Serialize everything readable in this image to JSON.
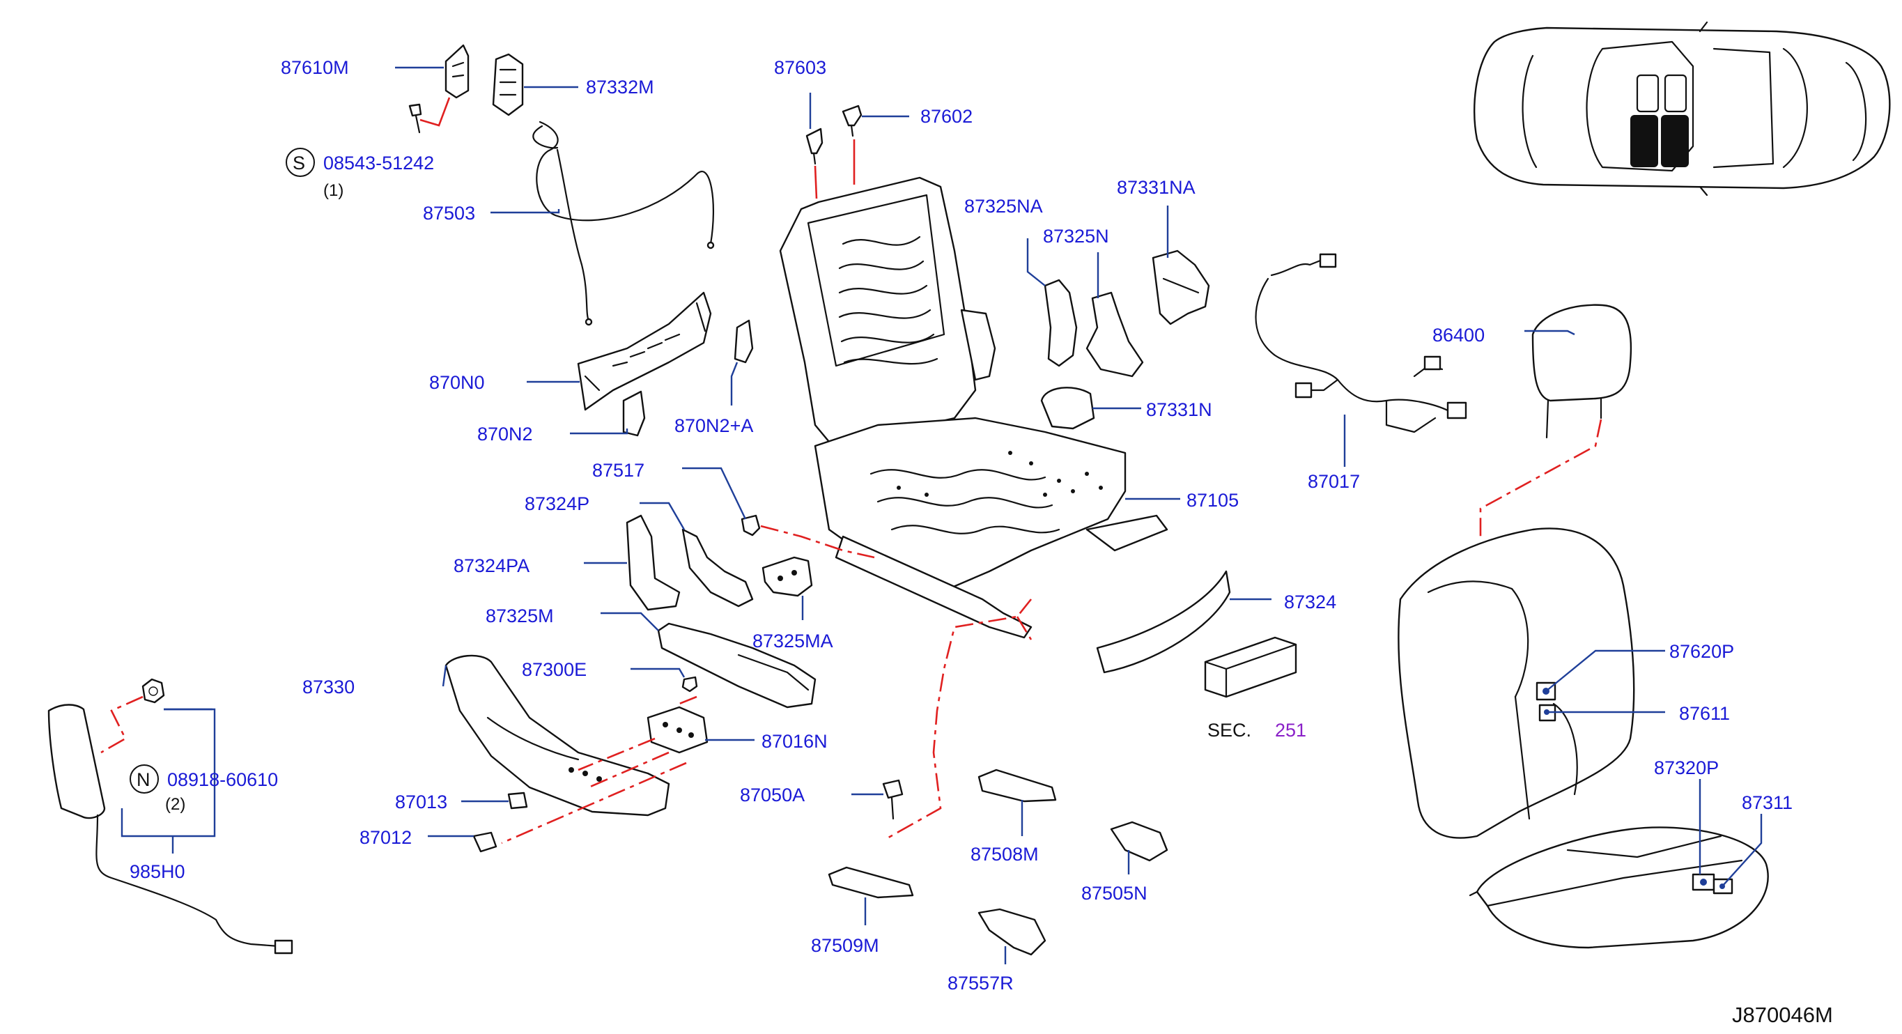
{
  "diagram_code": "J870046M",
  "callouts": {
    "c87610M": "87610M",
    "c87332M": "87332M",
    "c87603": "87603",
    "c87602": "87602",
    "c08543": "08543-51242",
    "c08543_qty": "(1)",
    "c08543_sym": "S",
    "c87503": "87503",
    "c870N0": "870N0",
    "c870N2": "870N2",
    "c870N2A": "870N2+A",
    "c87325NA": "87325NA",
    "c87325N": "87325N",
    "c87331NA": "87331NA",
    "c87331N": "87331N",
    "c86400": "86400",
    "c87017": "87017",
    "c87517": "87517",
    "c87324P": "87324P",
    "c87324PA": "87324PA",
    "c87105": "87105",
    "c87325M": "87325M",
    "c87325MA": "87325MA",
    "c87324": "87324",
    "c87330": "87330",
    "c87300E": "87300E",
    "c87016N": "87016N",
    "c08918": "08918-60610",
    "c08918_qty": "(2)",
    "c08918_sym": "N",
    "c87013": "87013",
    "c87012": "87012",
    "c985H0": "985H0",
    "c87050A": "87050A",
    "c87508M": "87508M",
    "c87505N": "87505N",
    "c87509M": "87509M",
    "c87557R": "87557R",
    "sec_label": "SEC.",
    "sec_number": "251",
    "c87620P": "87620P",
    "c87611": "87611",
    "c87320P": "87320P",
    "c87311": "87311"
  },
  "colors": {
    "callout_text": "#1a1ad6",
    "leader_line": "#1f3f99",
    "assembly_line": "#e02020",
    "section_ref": "#8a20c8"
  }
}
